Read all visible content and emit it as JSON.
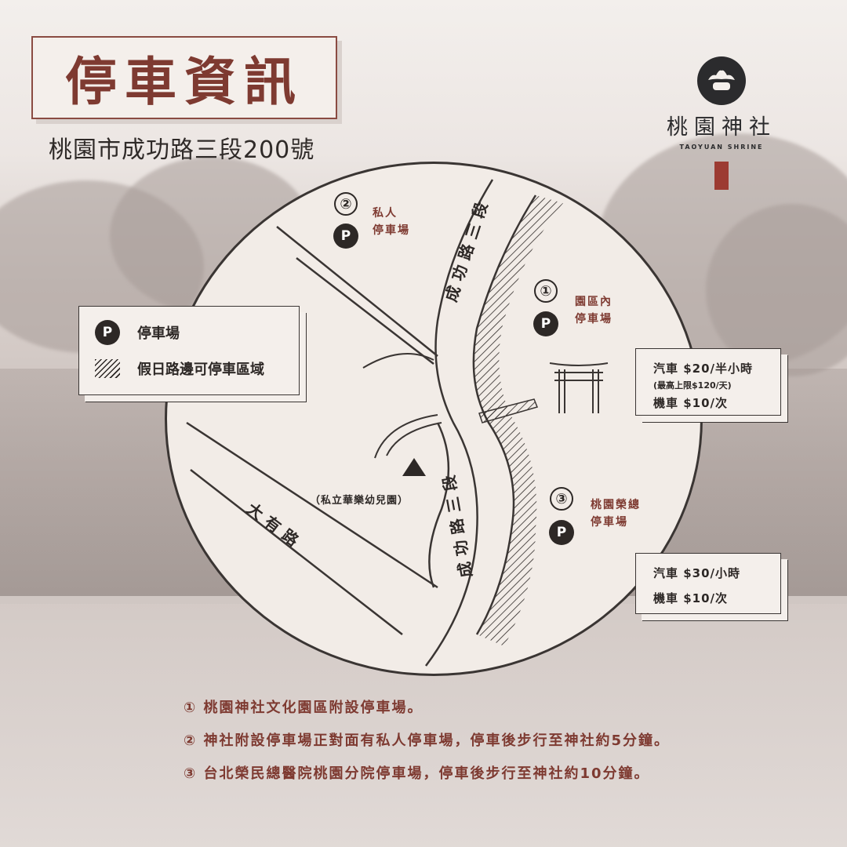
{
  "title": "停車資訊",
  "address": "桃園市成功路三段200號",
  "logo": {
    "name": "桃園神社",
    "subtitle": "TAOYUAN SHRINE"
  },
  "legend": {
    "parking_label": "停車場",
    "hatch_label": "假日路邊可停車區域",
    "parking_symbol": "P"
  },
  "map": {
    "markers": [
      {
        "num": "②",
        "symbol": "P",
        "label_lines": [
          "私人",
          "停車場"
        ]
      },
      {
        "num": "①",
        "symbol": "P",
        "label_lines": [
          "園區內",
          "停車場"
        ]
      },
      {
        "num": "③",
        "symbol": "P",
        "label_lines": [
          "桃園榮總",
          "停車場"
        ]
      }
    ],
    "roads": {
      "main_upper": "成功路三段",
      "main_lower": "成功路三段",
      "dayou": "大有路"
    },
    "kindergarten": "（私立華樂幼兒園）"
  },
  "prices": {
    "box1": {
      "car": "汽車 $20/半小時",
      "car_note": "(最高上限$120/天)",
      "motorcycle": "機車 $10/次"
    },
    "box2": {
      "car": "汽車 $30/小時",
      "motorcycle": "機車 $10/次"
    }
  },
  "notes": [
    "① 桃園神社文化園區附設停車場。",
    "② 神社附設停車場正對面有私人停車場，停車後步行至神社約5分鐘。",
    "③ 台北榮民總醫院桃園分院停車場，停車後步行至神社約10分鐘。"
  ],
  "colors": {
    "accent": "#7e3a31",
    "dark": "#2d2826",
    "paper": "#f4efeb"
  }
}
